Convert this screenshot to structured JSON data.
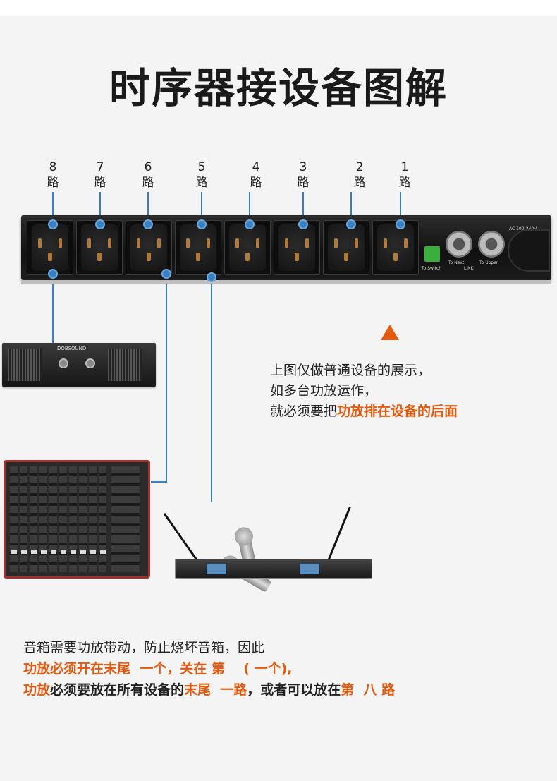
{
  "title": "时序器接设备图解",
  "channels": [
    {
      "num": "8",
      "unit": "路"
    },
    {
      "num": "7",
      "unit": "路"
    },
    {
      "num": "6",
      "unit": "路"
    },
    {
      "num": "5",
      "unit": "路"
    },
    {
      "num": "4",
      "unit": "路"
    },
    {
      "num": "3",
      "unit": "路"
    },
    {
      "num": "2",
      "unit": "路"
    },
    {
      "num": "1",
      "unit": "路"
    }
  ],
  "panel": {
    "switch": "To Switch",
    "next": "To Next",
    "upper": "To Upper",
    "link": "LINK",
    "power": "AC 100-240V"
  },
  "amp_brand": "DOBSOUND",
  "note": {
    "line1": "上图仅做普通设备的展示，",
    "line2": "如多台功放运作，",
    "line3_prefix": "就必须要把",
    "line3_highlight": "功放排在设备的后面"
  },
  "bottom": {
    "line1": "音箱需要功放带动，防止烧坏音箱，因此",
    "line2_orange1": "功放必须开在末尾",
    "line2_mid1": "  一个，关在",
    "line2_orange2": " 第    ",
    "line2_mid2": "( 一个),",
    "line3_orange1": "功放",
    "line3_mid1": "必须要放在所有设备的",
    "line3_orange2": "末尾",
    "line3_mid2": "  一路",
    "line3_mid3": "，或者可以放在",
    "line3_orange3": "第  八 路"
  },
  "colors": {
    "accent": "#e35a0f",
    "connector": "#3a7fc2"
  }
}
